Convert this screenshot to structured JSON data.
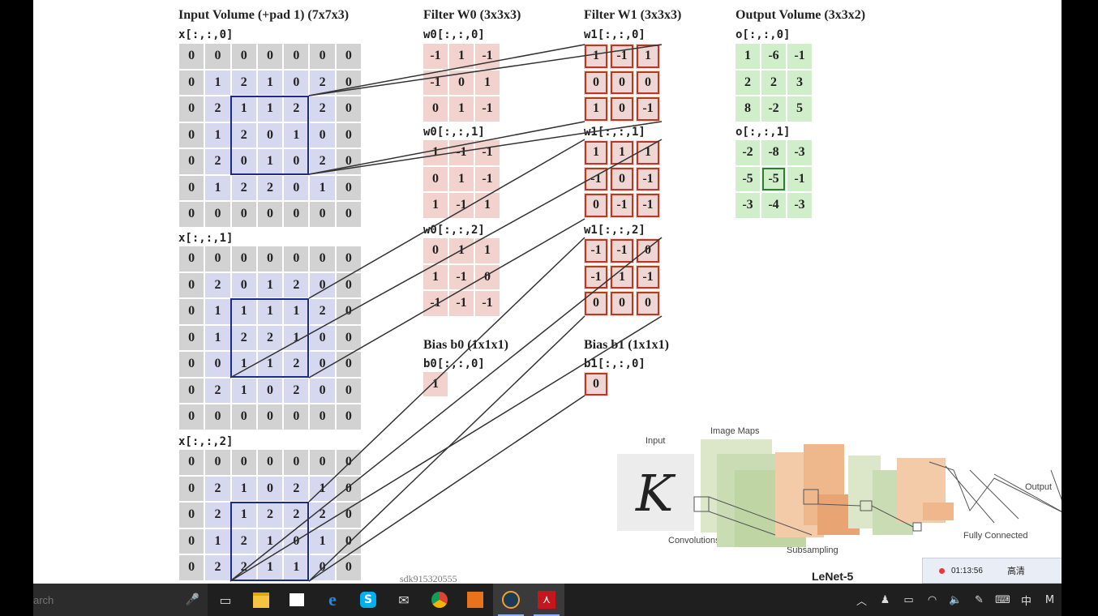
{
  "input_title": "Input Volume (+pad 1) (7x7x3)",
  "filter_w0_title": "Filter W0 (3x3x3)",
  "filter_w1_title": "Filter W1 (3x3x3)",
  "output_title": "Output Volume (3x3x2)",
  "input_slices": [
    {
      "label": "x[:,:,0]",
      "rows": [
        [
          "0",
          "0",
          "0",
          "0",
          "0",
          "0",
          "0"
        ],
        [
          "0",
          "1",
          "2",
          "1",
          "0",
          "2",
          "0"
        ],
        [
          "0",
          "2",
          "1",
          "1",
          "2",
          "2",
          "0"
        ],
        [
          "0",
          "1",
          "2",
          "0",
          "1",
          "0",
          "0"
        ],
        [
          "0",
          "2",
          "0",
          "1",
          "0",
          "2",
          "0"
        ],
        [
          "0",
          "1",
          "2",
          "2",
          "0",
          "1",
          "0"
        ],
        [
          "0",
          "0",
          "0",
          "0",
          "0",
          "0",
          "0"
        ]
      ]
    },
    {
      "label": "x[:,:,1]",
      "rows": [
        [
          "0",
          "0",
          "0",
          "0",
          "0",
          "0",
          "0"
        ],
        [
          "0",
          "2",
          "0",
          "1",
          "2",
          "0",
          "0"
        ],
        [
          "0",
          "1",
          "1",
          "1",
          "1",
          "2",
          "0"
        ],
        [
          "0",
          "1",
          "2",
          "2",
          "1",
          "0",
          "0"
        ],
        [
          "0",
          "0",
          "1",
          "1",
          "2",
          "0",
          "0"
        ],
        [
          "0",
          "2",
          "1",
          "0",
          "2",
          "0",
          "0"
        ],
        [
          "0",
          "0",
          "0",
          "0",
          "0",
          "0",
          "0"
        ]
      ]
    },
    {
      "label": "x[:,:,2]",
      "rows": [
        [
          "0",
          "0",
          "0",
          "0",
          "0",
          "0",
          "0"
        ],
        [
          "0",
          "2",
          "1",
          "0",
          "2",
          "1",
          "0"
        ],
        [
          "0",
          "2",
          "1",
          "2",
          "2",
          "2",
          "0"
        ],
        [
          "0",
          "1",
          "2",
          "1",
          "0",
          "1",
          "0"
        ],
        [
          "0",
          "2",
          "2",
          "1",
          "1",
          "0",
          "0"
        ]
      ]
    }
  ],
  "w0_slices": [
    {
      "label": "w0[:,:,0]",
      "rows": [
        [
          "-1",
          "1",
          "-1"
        ],
        [
          "-1",
          "0",
          "1"
        ],
        [
          "0",
          "1",
          "-1"
        ]
      ]
    },
    {
      "label": "w0[:,:,1]",
      "rows": [
        [
          "1",
          "-1",
          "-1"
        ],
        [
          "0",
          "1",
          "-1"
        ],
        [
          "1",
          "-1",
          "1"
        ]
      ]
    },
    {
      "label": "w0[:,:,2]",
      "rows": [
        [
          "0",
          "1",
          "1"
        ],
        [
          "1",
          "-1",
          "0"
        ],
        [
          "-1",
          "-1",
          "-1"
        ]
      ]
    }
  ],
  "w1_slices": [
    {
      "label": "w1[:,:,0]",
      "rows": [
        [
          "1",
          "-1",
          "1"
        ],
        [
          "0",
          "0",
          "0"
        ],
        [
          "1",
          "0",
          "-1"
        ]
      ]
    },
    {
      "label": "w1[:,:,1]",
      "rows": [
        [
          "1",
          "1",
          "1"
        ],
        [
          "-1",
          "0",
          "-1"
        ],
        [
          "0",
          "-1",
          "-1"
        ]
      ]
    },
    {
      "label": "w1[:,:,2]",
      "rows": [
        [
          "-1",
          "-1",
          "0"
        ],
        [
          "-1",
          "1",
          "-1"
        ],
        [
          "0",
          "0",
          "0"
        ]
      ]
    }
  ],
  "bias0": {
    "title": "Bias b0 (1x1x1)",
    "label": "b0[:,:,0]",
    "value": "1"
  },
  "bias1": {
    "title": "Bias b1 (1x1x1)",
    "label": "b1[:,:,0]",
    "value": "0"
  },
  "output_slices": [
    {
      "label": "o[:,:,0]",
      "rows": [
        [
          "1",
          "-6",
          "-1"
        ],
        [
          "2",
          "2",
          "3"
        ],
        [
          "8",
          "-2",
          "5"
        ]
      ]
    },
    {
      "label": "o[:,:,1]",
      "rows": [
        [
          "-2",
          "-8",
          "-3"
        ],
        [
          "-5",
          "-5",
          "-1"
        ],
        [
          "-3",
          "-4",
          "-3"
        ]
      ]
    }
  ],
  "watermark": "sdk915320555",
  "lenet": {
    "input": "Input",
    "image_maps": "Image Maps",
    "output": "Output",
    "convolutions": "Convolutions",
    "subsampling": "Subsampling",
    "fully_connected": "Fully Connected",
    "name": "LeNet-5"
  },
  "player": {
    "time": "01:13:56",
    "quality": "高清"
  },
  "taskbar": {
    "search_placeholder": "arch",
    "icons": [
      "mic-icon",
      "task-view-icon",
      "file-explorer-icon",
      "store-icon",
      "edge-icon",
      "skype-icon",
      "mail-icon",
      "chrome-icon",
      "app-orange-icon",
      "app-dark-icon",
      "acrobat-icon"
    ],
    "tray_lang": "中",
    "tray_ime": "M"
  },
  "colors": {
    "input_pad": "#d2d2d2",
    "input_core": "#d5d8ee",
    "filter_w0": "#f1d2cd",
    "filter_w1_border": "#b93a22",
    "output": "#cfeec9",
    "highlight_blue": "#1b2a8f",
    "taskbar": "#1f1f1f"
  }
}
